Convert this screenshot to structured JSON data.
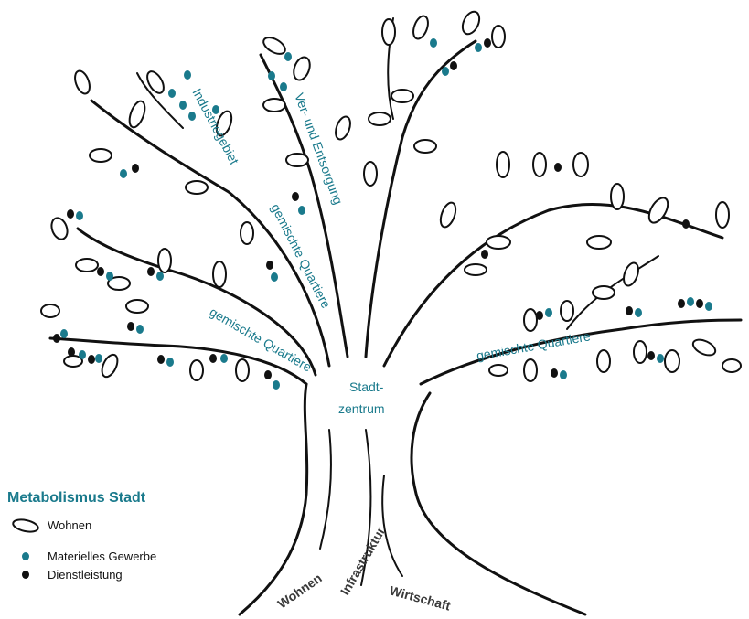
{
  "diagram": {
    "labels": {
      "industriegebiet": "Industriegebiet",
      "ver_entsorgung": "Ver- und Entsorgung",
      "gemischte_1": "gemischte Quartiere",
      "gemischte_2": "gemischte Quartiere",
      "gemischte_3": "gemischte Quartiere",
      "stadtzentrum_1": "Stadt-",
      "stadtzentrum_2": "zentrum",
      "root_wohnen": "Wohnen",
      "root_infrastruktur": "Infrastruktur",
      "root_wirtschaft": "Wirtschaft"
    },
    "colors": {
      "teal": "#1a7a8c",
      "black": "#111111"
    }
  },
  "legend": {
    "title": "Metabolismus Stadt",
    "items": [
      {
        "label": "Wohnen",
        "symbol": "leaf-icon"
      },
      {
        "label": "Materielles Gewerbe",
        "symbol": "teal-dot"
      },
      {
        "label": "Dienstleistung",
        "symbol": "black-dot"
      }
    ]
  }
}
